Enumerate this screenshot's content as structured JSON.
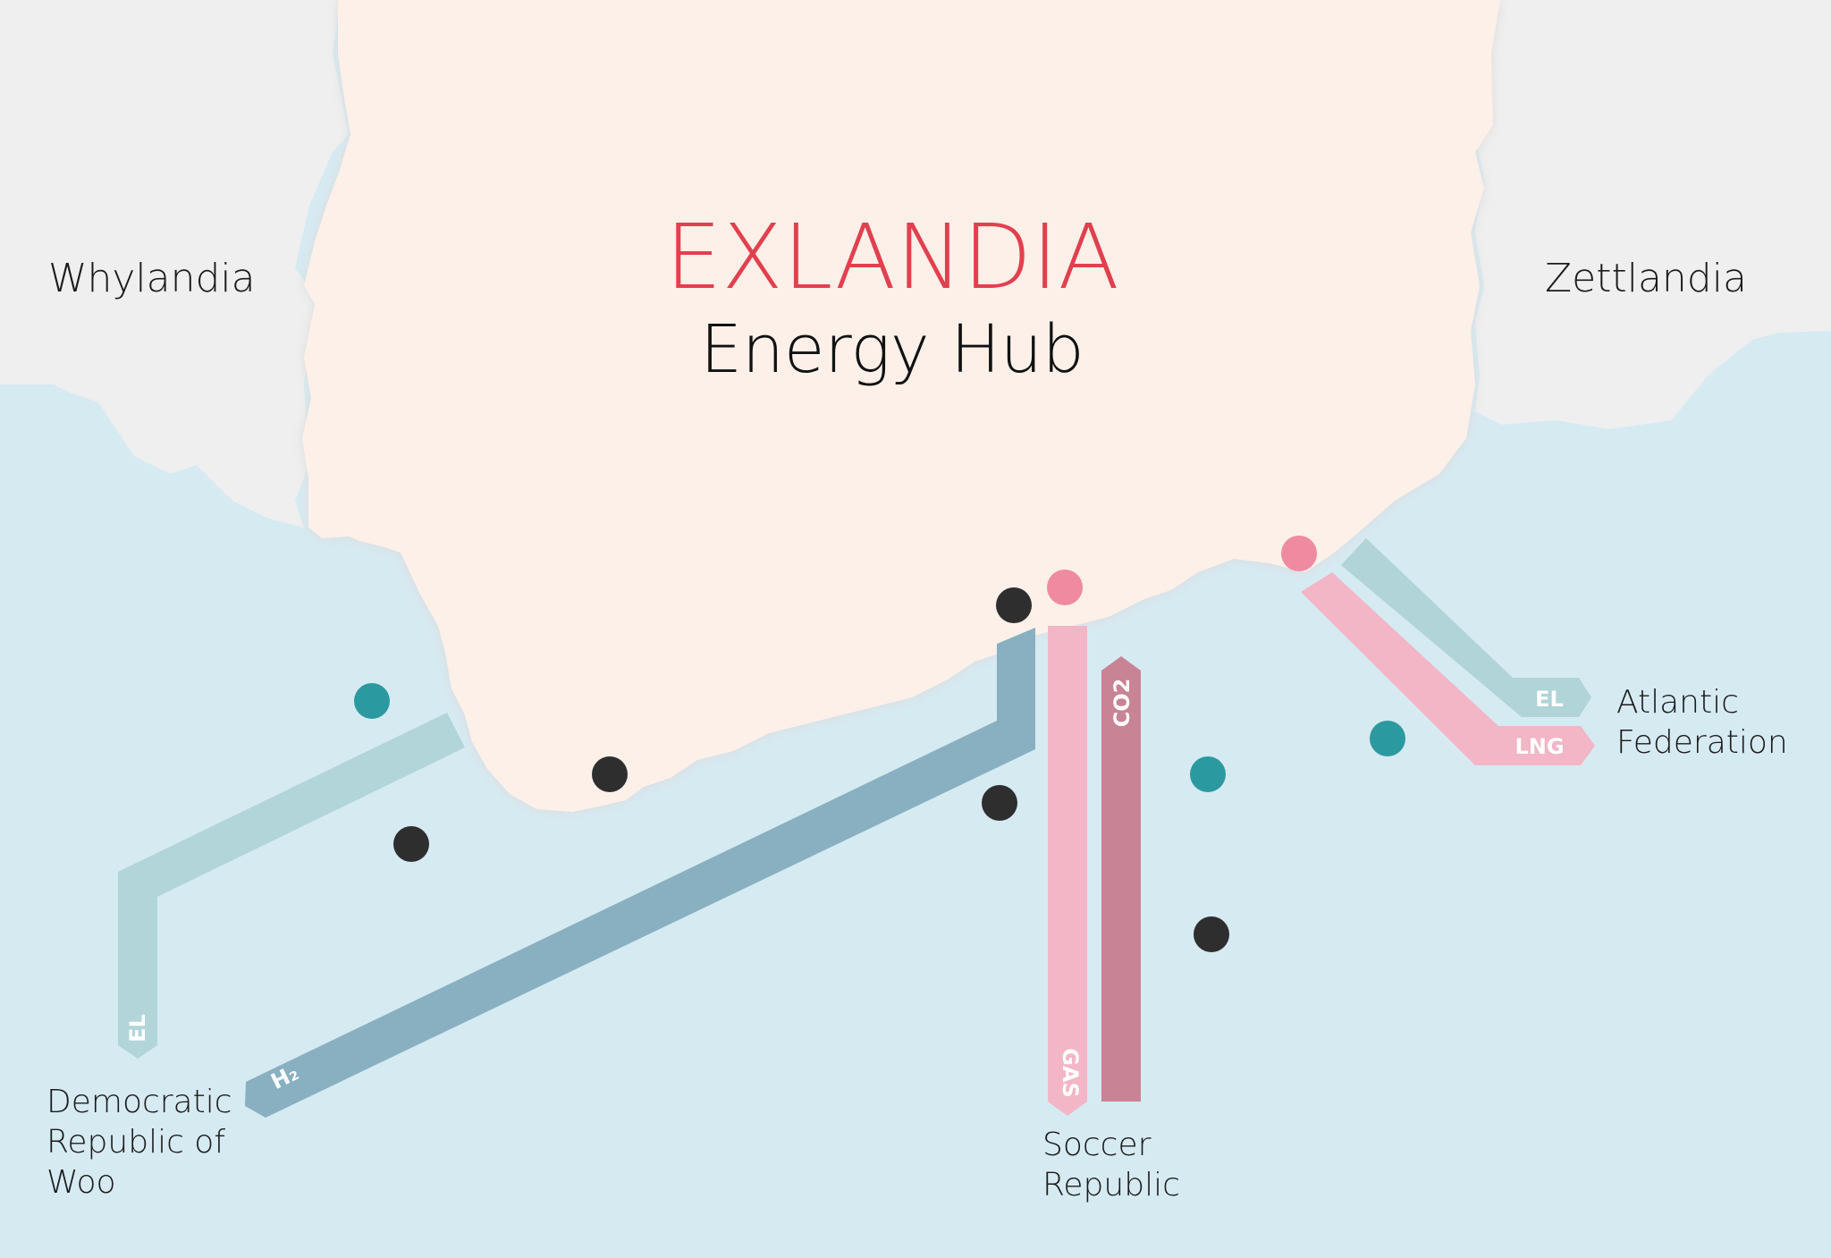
{
  "title": {
    "main": "EXLANDIA",
    "sub": "Energy Hub"
  },
  "colors": {
    "sea": "#d6eaf2",
    "neighbor_land": "#efefef",
    "main_land": "#fdf0e9",
    "coast_glow": "#e2e2e2",
    "title_accent": "#e2404f",
    "pipe_el": "#b0d4d7",
    "pipe_h2": "#88b0c1",
    "pipe_gas": "#f2b6c6",
    "pipe_co2": "#c88494",
    "dot_dark": "#2e2e2e",
    "dot_teal": "#2b9aa0",
    "dot_pink": "#f08aa1"
  },
  "regions": {
    "west": "Whylandia",
    "east": "Zettlandia"
  },
  "destinations": {
    "woo": [
      "Democratic",
      "Republic of",
      "Woo"
    ],
    "soccer": [
      "Soccer",
      "Republic"
    ],
    "atlantic": [
      "Atlantic",
      "Federation"
    ]
  },
  "pipelines": {
    "woo_el": "EL",
    "woo_h2": "H₂",
    "soccer_gas": "GAS",
    "soccer_co2": "CO2",
    "atlantic_el": "EL",
    "atlantic_lng": "LNG"
  },
  "markers": [
    {
      "type": "dark"
    },
    {
      "type": "dark"
    },
    {
      "type": "dark"
    },
    {
      "type": "dark"
    },
    {
      "type": "dark"
    },
    {
      "type": "dark"
    },
    {
      "type": "teal"
    },
    {
      "type": "teal"
    },
    {
      "type": "teal"
    },
    {
      "type": "pink"
    },
    {
      "type": "pink"
    }
  ]
}
